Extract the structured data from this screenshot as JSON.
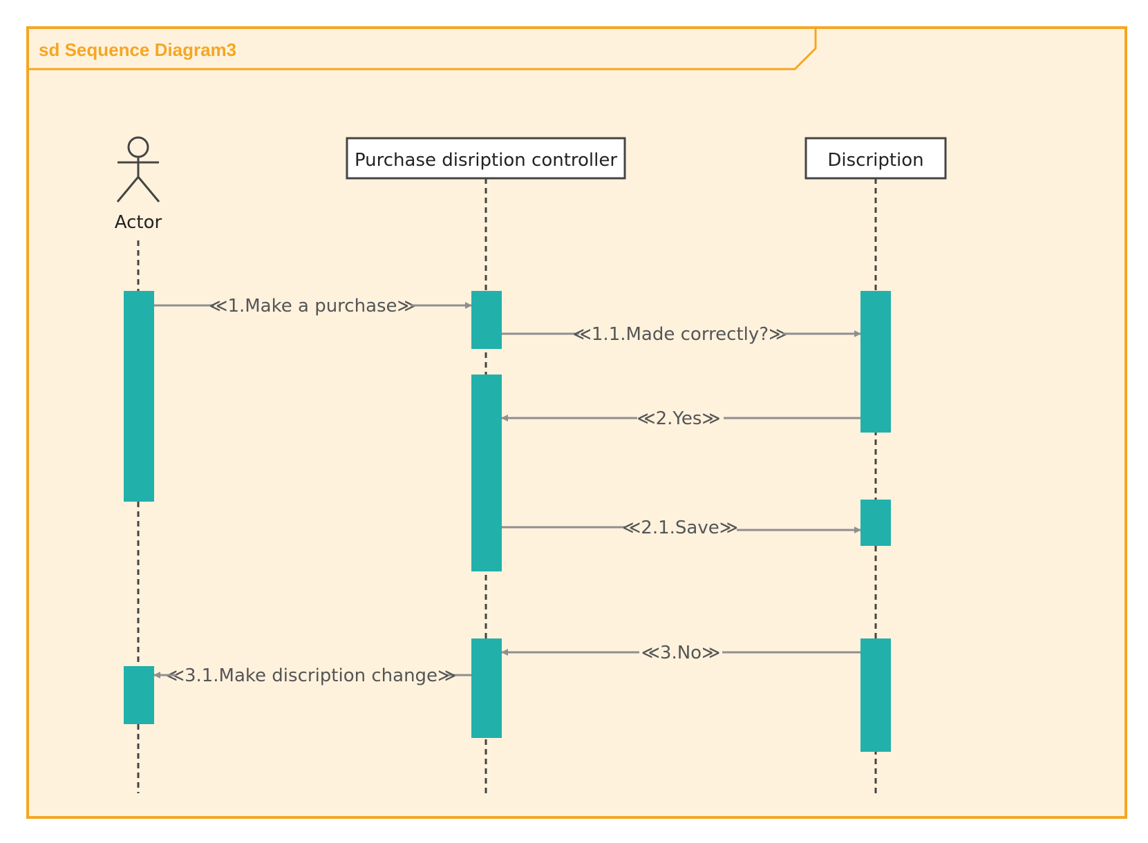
{
  "frame": {
    "title": "sd Sequence Diagram3"
  },
  "actor": {
    "label": "Actor"
  },
  "lifelines": [
    {
      "label": "Purchase disription controller"
    },
    {
      "label": "Discription"
    }
  ],
  "messages": [
    {
      "label": "≪1.Make a purchase≫",
      "from": "Actor",
      "to": "Purchase disription controller",
      "direction": "right"
    },
    {
      "label": "≪1.1.Made correctly?≫",
      "from": "Purchase disription controller",
      "to": "Discription",
      "direction": "right"
    },
    {
      "label": "≪2.Yes≫",
      "from": "Discription",
      "to": "Purchase disription controller",
      "direction": "left"
    },
    {
      "label": "≪2.1.Save≫",
      "from": "Purchase disription controller",
      "to": "Discription",
      "direction": "right"
    },
    {
      "label": "≪3.No≫",
      "from": "Discription",
      "to": "Purchase disription controller",
      "direction": "left"
    },
    {
      "label": "≪3.1.Make discription change≫",
      "from": "Purchase disription controller",
      "to": "Actor",
      "direction": "left"
    }
  ],
  "colors": {
    "frame_border": "#f5a623",
    "frame_fill": "#fff2dd",
    "activation": "#22b0ab",
    "arrow": "#8f8f8f",
    "lifeline": "#444444"
  }
}
